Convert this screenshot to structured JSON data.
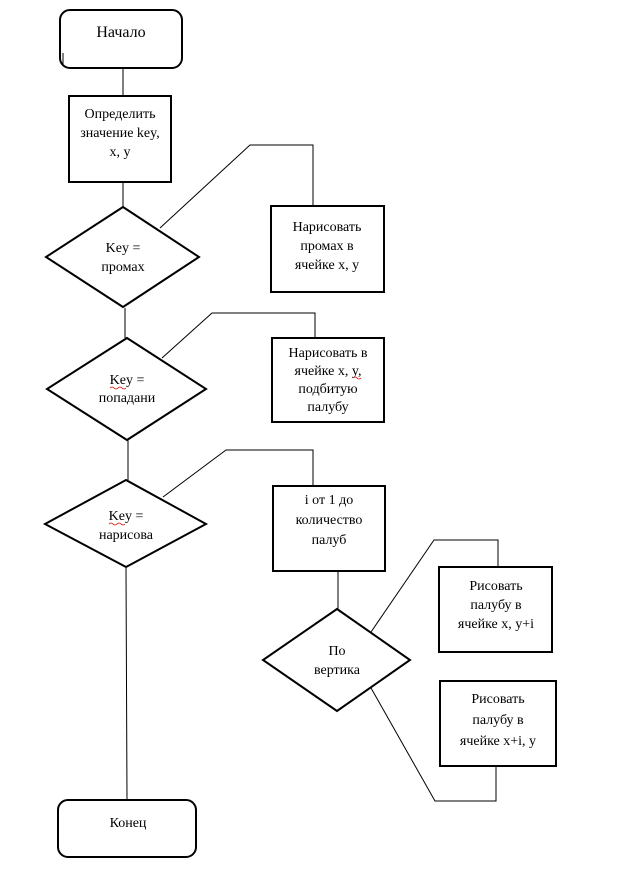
{
  "flowchart": {
    "start": "Начало",
    "determine": [
      "Определить",
      "значение key,",
      "x, y"
    ],
    "cond_miss": [
      "Key =",
      "промах"
    ],
    "draw_miss": [
      "Нарисовать",
      "промах в",
      "ячейке x, y"
    ],
    "cond_hit": [
      "Key =",
      "попадани"
    ],
    "draw_hit": [
      "Нарисовать  в",
      "ячейке x, y,",
      "подбитую",
      "палубу"
    ],
    "cond_draw": [
      "Key =",
      "нарисова"
    ],
    "loop": [
      "i от 1 до",
      "количество",
      "палуб"
    ],
    "cond_vertical": [
      "По",
      "вертика"
    ],
    "draw_vertical": [
      "Рисовать",
      "палубу в",
      "ячейке x, y+i"
    ],
    "draw_horizontal": [
      "Рисовать",
      "палубу в",
      "ячейке x+i, y"
    ],
    "end": "Конец"
  },
  "colors": {
    "stroke": "#000000",
    "spellcheck_underline": "#dd0000"
  }
}
